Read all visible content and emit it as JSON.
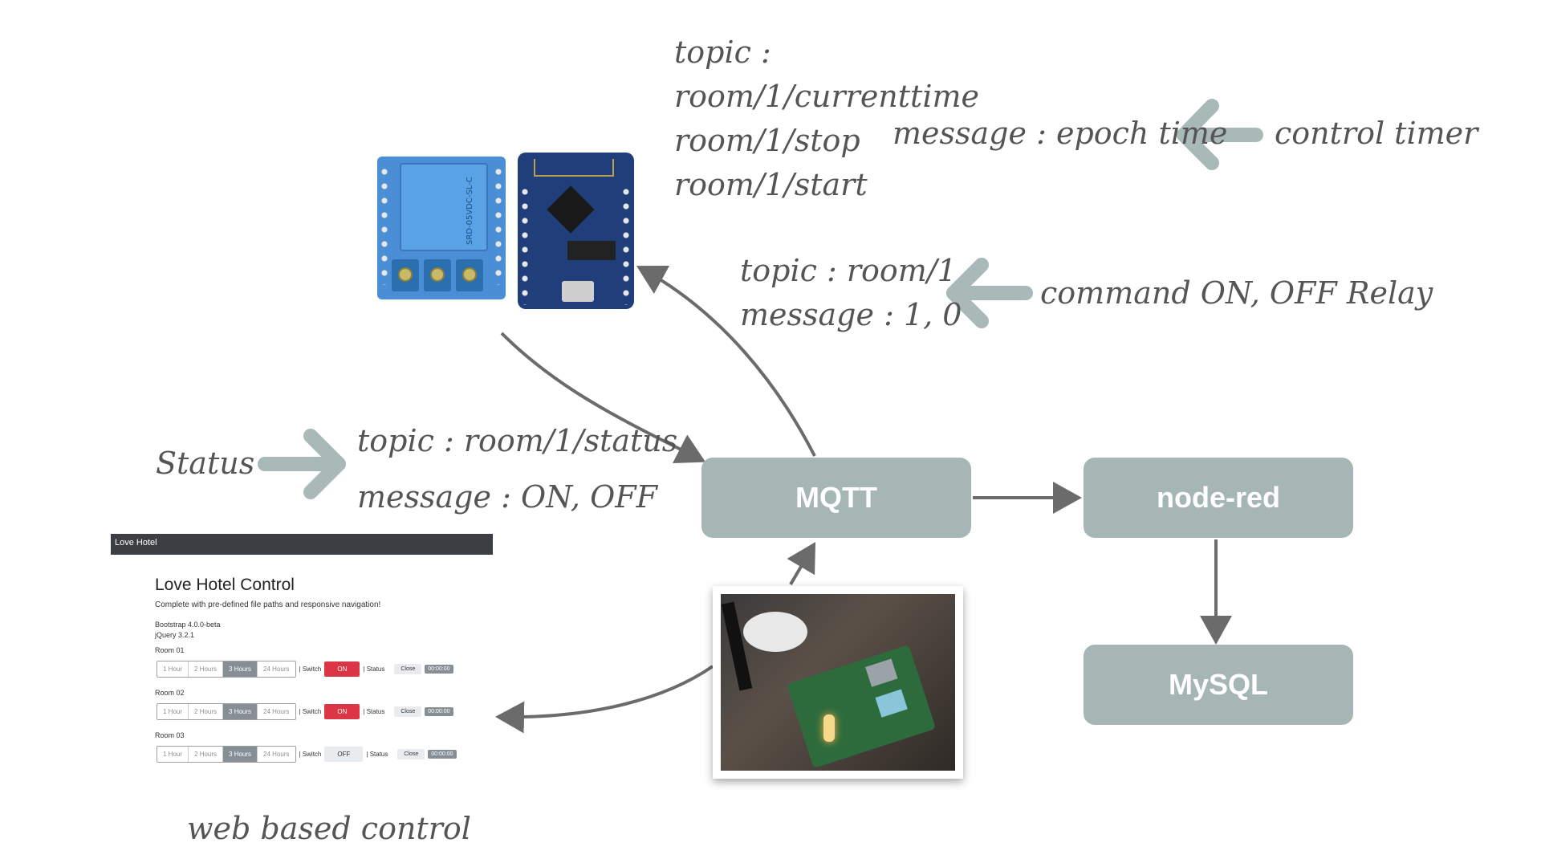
{
  "mqtt_topics_top": {
    "line1": "topic :",
    "line2": "room/1/currenttime",
    "line3": "room/1/stop",
    "line4": "room/1/start",
    "message": "message : epoch time",
    "label": "control timer"
  },
  "mqtt_topics_middle": {
    "topic": "topic : room/1",
    "message": "message : 1, 0",
    "label": "command ON, OFF Relay"
  },
  "status_block": {
    "label": "Status",
    "topic": "topic : room/1/status",
    "message": "message : ON, OFF"
  },
  "nodes": {
    "mqtt": "MQTT",
    "node_red": "node-red",
    "mysql": "MySQL"
  },
  "web_caption": "web based control",
  "relay_board_text": "SRD-05VDC-SL-C",
  "web_ui": {
    "nav_brand": "Love Hotel",
    "title": "Love Hotel Control",
    "subtitle": "Complete with pre-defined file paths and responsive navigation!",
    "meta1": "Bootstrap 4.0.0-beta",
    "meta2": "jQuery 3.2.1",
    "durations": [
      "1 Hour",
      "2 Hours",
      "3 Hours",
      "24 Hours"
    ],
    "switch_label": "| Switch",
    "status_label": "| Status",
    "close_label": "Close",
    "timer": "00:00:00",
    "rooms": [
      {
        "label": "Room 01",
        "state": "ON"
      },
      {
        "label": "Room 02",
        "state": "ON"
      },
      {
        "label": "Room 03",
        "state": "OFF"
      }
    ]
  },
  "colors": {
    "box": "#a6b6b5",
    "arrow_big": "#a9b9b8",
    "arrow_line": "#6b6b6b",
    "text": "#555555"
  }
}
